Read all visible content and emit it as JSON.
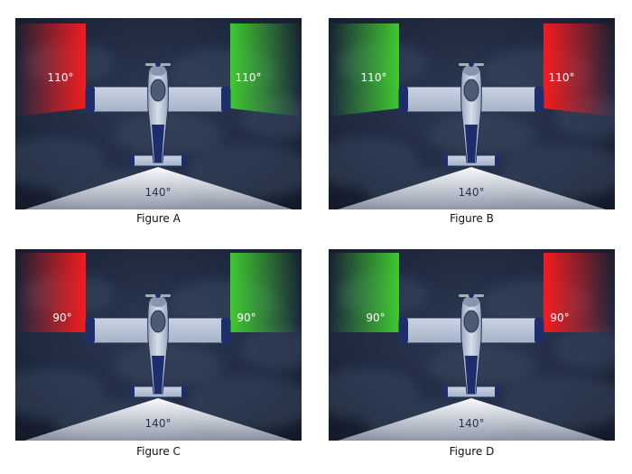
{
  "colors": {
    "red": "#e01818",
    "green": "#3cc02a",
    "white": "#ffffff",
    "sky_dark": "#161d2b",
    "sky_mid": "#27334a"
  },
  "figures": [
    {
      "caption": "Figure A",
      "left_label": "110°",
      "right_label": "110°",
      "rear_label": "140°",
      "left_color": "red",
      "right_color": "green",
      "side_sector_deg": 110
    },
    {
      "caption": "Figure B",
      "left_label": "110°",
      "right_label": "110°",
      "rear_label": "140°",
      "left_color": "green",
      "right_color": "red",
      "side_sector_deg": 110
    },
    {
      "caption": "Figure C",
      "left_label": "90°",
      "right_label": "90°",
      "rear_label": "140°",
      "left_color": "red",
      "right_color": "green",
      "side_sector_deg": 90
    },
    {
      "caption": "Figure D",
      "left_label": "90°",
      "right_label": "90°",
      "rear_label": "140°",
      "left_color": "green",
      "right_color": "red",
      "side_sector_deg": 90
    }
  ]
}
